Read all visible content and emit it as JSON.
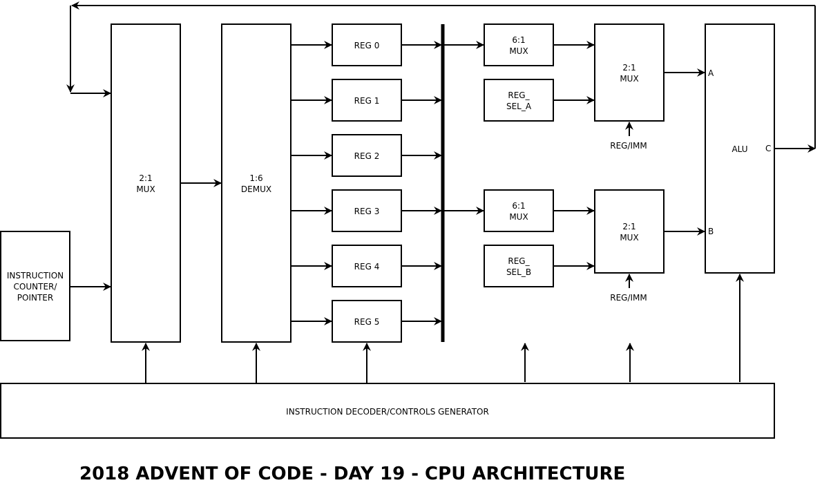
{
  "blocks": {
    "instruction_pointer": [
      "INSTRUCTION",
      "COUNTER/",
      "POINTER"
    ],
    "mux_in": [
      "2:1",
      "MUX"
    ],
    "demux": [
      "1:6",
      "DEMUX"
    ],
    "registers": [
      "REG 0",
      "REG 1",
      "REG 2",
      "REG 3",
      "REG 4",
      "REG 5"
    ],
    "mux6_a": [
      "6:1",
      "MUX"
    ],
    "reg_sel_a": [
      "REG_",
      "SEL_A"
    ],
    "mux2_a": [
      "2:1",
      "MUX"
    ],
    "mux6_b": [
      "6:1",
      "MUX"
    ],
    "reg_sel_b": [
      "REG_",
      "SEL_B"
    ],
    "mux2_b": [
      "2:1",
      "MUX"
    ],
    "alu": "ALU",
    "decoder": "INSTRUCTION DECODER/CONTROLS GENERATOR"
  },
  "labels": {
    "reg_imm_a": "REG/IMM",
    "reg_imm_b": "REG/IMM",
    "alu_in_a": "A",
    "alu_in_b": "B",
    "alu_out_c": "C"
  },
  "title": "2018 ADVENT OF CODE - DAY 19 - CPU ARCHITECTURE"
}
